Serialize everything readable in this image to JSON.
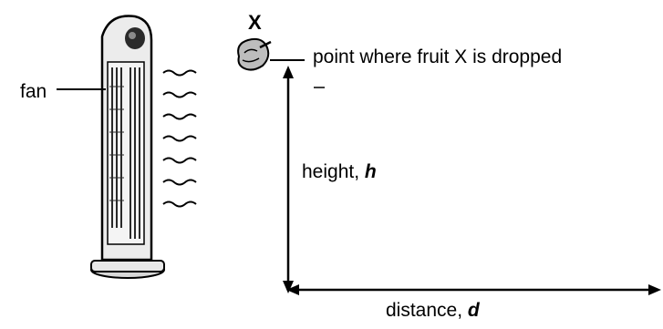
{
  "labels": {
    "fan": "fan",
    "fruit": "X",
    "drop_point": "point where fruit X is dropped",
    "height_text": "height, ",
    "height_var": "h",
    "distance_text": "distance, ",
    "distance_var": "d"
  },
  "colors": {
    "ink": "#000000",
    "fan_body": "#e6e6e6",
    "grille": "#2a2a2a"
  }
}
